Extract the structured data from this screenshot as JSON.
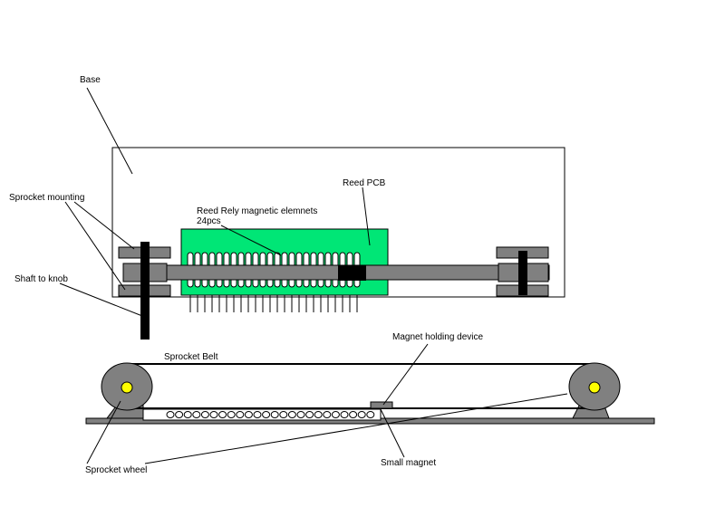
{
  "diagram": {
    "labels": {
      "base": "Base",
      "sprocket_mounting": "Sprocket mounting",
      "reed_relay_line1": "Reed Rely magnetic elemnets",
      "reed_relay_line2": "24pcs",
      "reed_pcb": "Reed PCB",
      "shaft_to_knob": "Shaft to knob",
      "sprocket_belt": "Sprocket Belt",
      "magnet_holding_device": "Magnet holding device",
      "sprocket_wheel": "Sprocket wheel",
      "small_magnet": "Small magnet"
    },
    "reed_element_count": 24,
    "colors": {
      "pcb": "#00e676",
      "shaft": "#808080",
      "mounting": "#808080",
      "wheel": "#808080",
      "hub": "#ffff00",
      "black": "#000000"
    }
  }
}
